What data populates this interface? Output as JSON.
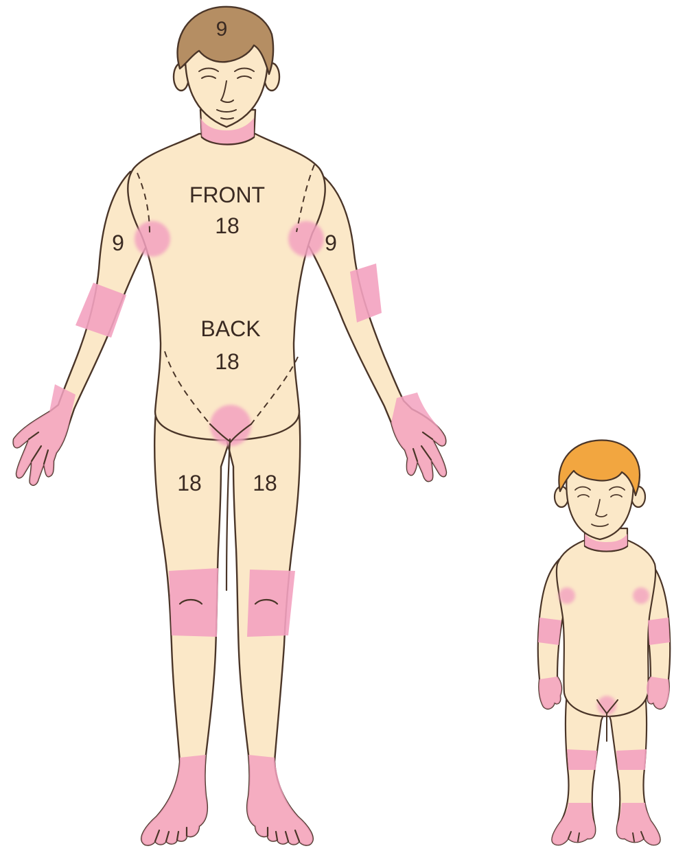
{
  "colors": {
    "skin": "#fbe8c8",
    "outline": "#4a3528",
    "pink": "#f3a2c0",
    "adult_hair": "#b58e63",
    "child_hair": "#f2a640",
    "text": "#3a2a22",
    "background": "#ffffff"
  },
  "adult": {
    "head_value": "9",
    "front_label": "FRONT",
    "front_value": "18",
    "back_label": "BACK",
    "back_value": "18",
    "right_arm_value": "9",
    "left_arm_value": "9",
    "right_leg_value": "18",
    "left_leg_value": "18"
  }
}
